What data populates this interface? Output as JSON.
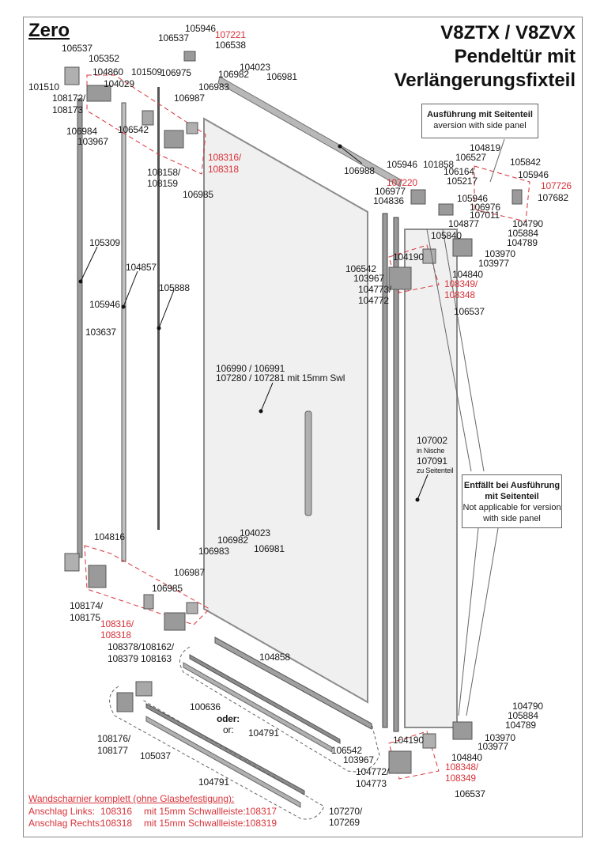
{
  "brand": "Zero",
  "title": {
    "line1": "V8ZTX / V8ZVX",
    "line2": "Pendeltür mit",
    "line3": "Verlängerungsfixteil"
  },
  "callouts": {
    "side_panel_version": {
      "de": "Ausführung mit Seitenteil",
      "en": "aversion with side panel"
    },
    "not_applicable": {
      "de_line1": "Entfällt bei Ausführung",
      "de_line2": "mit Seitenteil",
      "en_line1": "Not applicable for version",
      "en_line2": "with side panel"
    }
  },
  "labels": {
    "top_left": [
      "106537",
      "105352",
      "101510",
      "104860",
      "108172/",
      "108173",
      "104029",
      "101509",
      "106984",
      "103967",
      "106542"
    ],
    "top_hinge": [
      "105946",
      "106537",
      "107221",
      "106538",
      "106975",
      "106983",
      "106982",
      "104023",
      "106981",
      "106987"
    ],
    "top_hinge_kit": [
      "108316/",
      "108318",
      "108158/",
      "108159",
      "106985"
    ],
    "left_profiles": [
      "105309",
      "104857",
      "105888",
      "105946",
      "103637"
    ],
    "top_rail": "106988",
    "top_right": [
      "105946",
      "101858",
      "107220",
      "106977",
      "104836",
      "106164",
      "105217",
      "106527",
      "104819",
      "105842",
      "105946",
      "107726",
      "107682",
      "105946",
      "106976",
      "107011",
      "104877",
      "104790",
      "105884",
      "104789",
      "105840",
      "103970",
      "103977"
    ],
    "right_upper_bracket": [
      "104190",
      "106542",
      "103967",
      "104840",
      "108349/",
      "108348",
      "104773/",
      "104772",
      "106537"
    ],
    "door": {
      "line1": "106990 / 106991",
      "line2": "107280 / 107281 mit 15mm Swl"
    },
    "fixed_panel": {
      "id1": "107002",
      "note1": "in Nische",
      "id2": "107091",
      "note2": "zu Seitenteil"
    },
    "bottom_left": [
      "104816",
      "108174/",
      "108175",
      "106985",
      "106987",
      "106983",
      "106982",
      "104023",
      "106981",
      "108316/",
      "108318",
      "108378/",
      "108379",
      "108162/",
      "108163"
    ],
    "bottom_rails": [
      "104858",
      "100636",
      "oder:",
      "or:",
      "104791",
      "108176/",
      "108177",
      "105037",
      "104791",
      "106542",
      "103967",
      "107270/",
      "107269"
    ],
    "right_lower_bracket": [
      "104190",
      "104790",
      "105884",
      "104789",
      "103970",
      "103977",
      "104840",
      "108348/",
      "108349",
      "104772/",
      "104773",
      "106537"
    ]
  },
  "footer": {
    "heading": "Wandscharnier komplett (ohne Glasbefestigung):",
    "rows": [
      {
        "side": "Anschlag Links:",
        "part": "108316",
        "with": "mit 15mm Schwallleiste:",
        "part_swl": "108317"
      },
      {
        "side": "Anschlag Rechts:",
        "part": "108318",
        "with": "mit 15mm Schwallleiste:",
        "part_swl": "108319"
      }
    ]
  },
  "colors": {
    "accent_red": "#d8333a",
    "part_gray": "#9a9a9a",
    "glass": "#f0f0f0"
  }
}
